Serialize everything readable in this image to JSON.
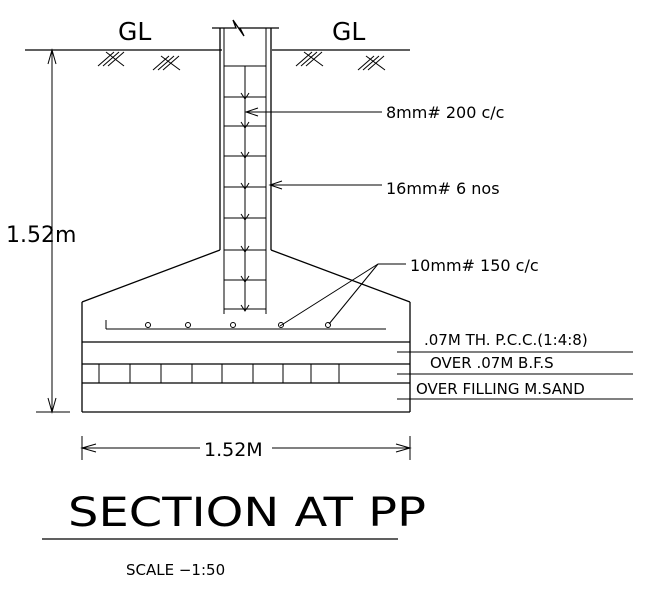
{
  "ground_level": {
    "left_label": "GL",
    "right_label": "GL"
  },
  "height_dimension": "1.52m",
  "rebar_labels": {
    "stirrups": "8mm# 200 c/c",
    "main_bars": "16mm# 6 nos",
    "footing_bars": "10mm# 150 c/c"
  },
  "layers": {
    "pcc": ".07M  TH.  P.C.C.(1:4:8)",
    "bfs": "OVER  .07M  B.F.S",
    "sand": "OVER FILLING M.SAND"
  },
  "width_dimension": "1.52M",
  "title": "SECTION  AT  PP",
  "scale": "SCALE  −1:50"
}
